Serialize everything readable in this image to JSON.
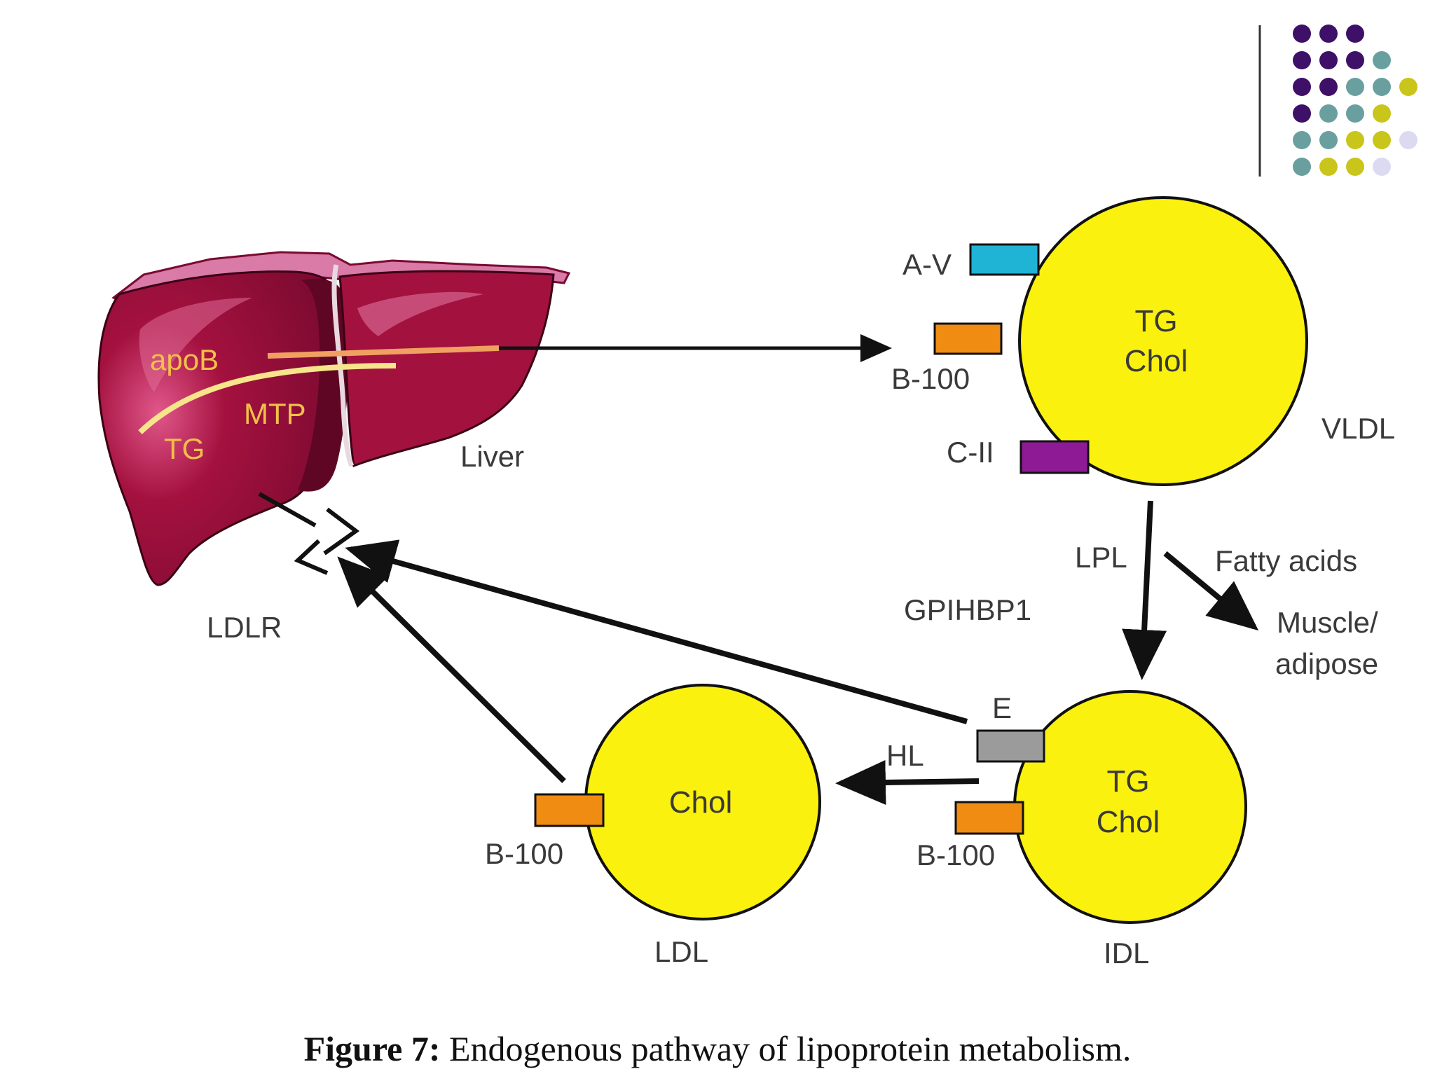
{
  "diagram": {
    "liver": {
      "name": "Liver",
      "labels": {
        "apob": "apoB",
        "mtp": "MTP",
        "tg": "TG"
      },
      "colors": {
        "lobe": "#9c0d3c",
        "lobe_light": "#c23a6a",
        "lobe_dark": "#5e0624",
        "capsule": "#d97aa7",
        "apob_line": "#f0a060",
        "tg_line": "#f6e58a"
      }
    },
    "receptor": {
      "name": "LDLR"
    },
    "vldl": {
      "name": "VLDL",
      "contents": [
        "TG",
        "Chol"
      ],
      "apoproteins": [
        {
          "name": "A-V",
          "color": "#1fb3d6"
        },
        {
          "name": "B-100",
          "color": "#f08c12"
        },
        {
          "name": "C-II",
          "color": "#8e1a96"
        }
      ]
    },
    "idl": {
      "name": "IDL",
      "contents": [
        "TG",
        "Chol"
      ],
      "apoproteins": [
        {
          "name": "E",
          "color": "#9b9b9b"
        },
        {
          "name": "B-100",
          "color": "#f08c12"
        }
      ]
    },
    "ldl": {
      "name": "LDL",
      "contents": [
        "Chol"
      ],
      "apoproteins": [
        {
          "name": "B-100",
          "color": "#f08c12"
        }
      ]
    },
    "enzymes": {
      "lpl": "LPL",
      "gpihbp1": "GPIHBP1",
      "hl": "HL"
    },
    "fatty_acids": {
      "label": "Fatty acids",
      "target": [
        "Muscle/",
        "adipose"
      ]
    },
    "particle_color": "#fbf10e",
    "arrow_color": "#111111"
  },
  "caption": {
    "prefix": "Figure 7:",
    "text": " Endogenous pathway of lipoprotein metabolism."
  },
  "decor": {
    "dot_colors": {
      "purple": "#3e1067",
      "teal": "#6a9f9f",
      "olive": "#c9c51a",
      "lavender": "#dcdaf0"
    }
  }
}
